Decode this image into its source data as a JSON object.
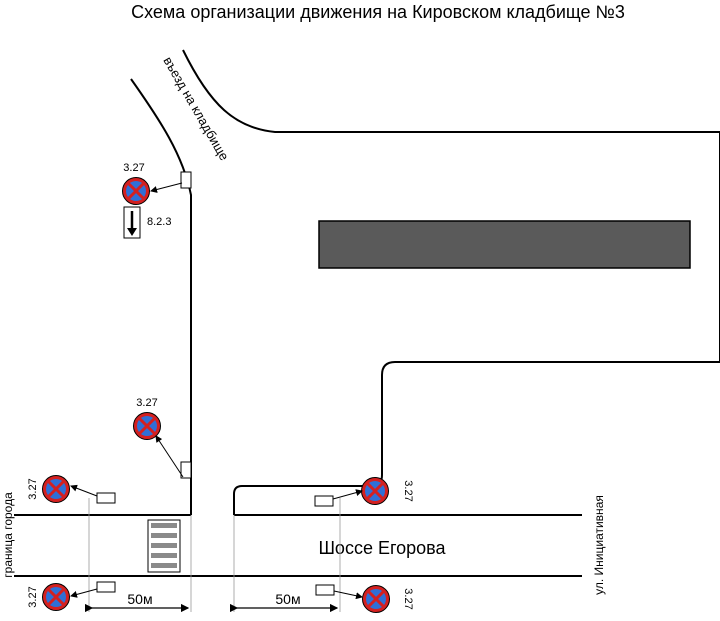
{
  "title": "Схема организации движения на Кировском кладбище №3",
  "labels": {
    "entrance": "въезд на кладбище",
    "highway": "Шоссе Егорова",
    "city_border": "граница города",
    "side_street": "ул. Инициативная",
    "sign_327": "3.27",
    "sign_823": "8.2.3",
    "distance_left": "50м",
    "distance_right": "50м"
  },
  "signs": [
    {
      "id": "3.27",
      "meaning": "no-stopping"
    },
    {
      "id": "8.2.3",
      "meaning": "zone-of-action-arrow"
    }
  ],
  "colors": {
    "sign_border": "#d42020",
    "sign_fill": "#2f6fd6",
    "building": "#5a5a5a",
    "line": "#000000"
  }
}
